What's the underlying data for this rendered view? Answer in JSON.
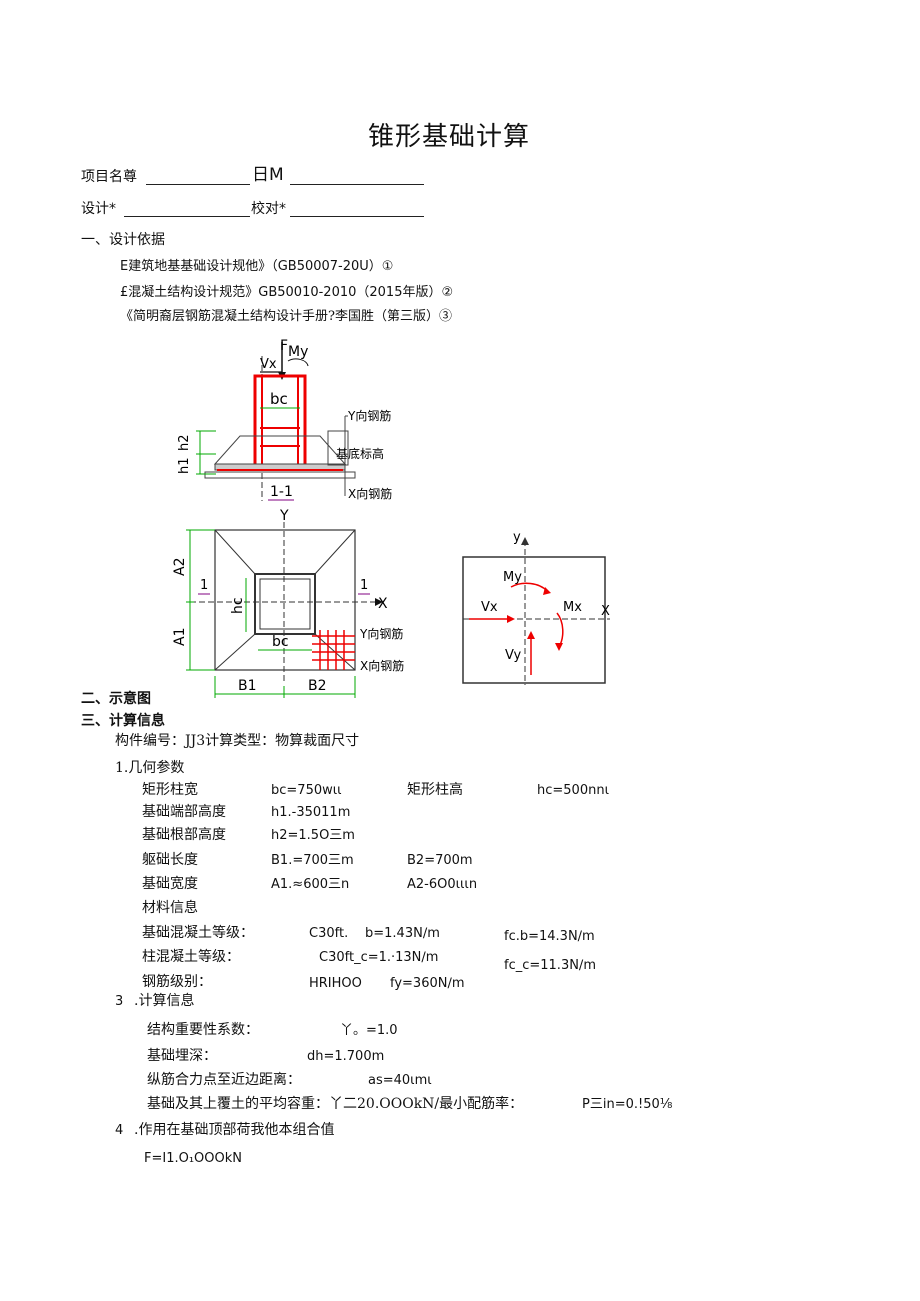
{
  "title": "锥形基础计算",
  "header": {
    "project_label": "项目名尊",
    "date_label": "日M",
    "design_label": "设计*",
    "check_label": "校对*"
  },
  "basis": {
    "heading": "一、设计依据",
    "items": [
      "E建筑地基基础设计规他》（GB50007-20U）①",
      "£混凝土结构设计规范》GB50010-2010（2015年版）②",
      "《简明裔层钢筋混凝土结构设计手册?李国胜（第三版）③"
    ]
  },
  "diagram": {
    "section_label": "1-1",
    "y_rebar": "Y向钢筋",
    "base_elev": "基底标高",
    "x_rebar": "X向钢筋",
    "vx": "Vx",
    "f": "F",
    "my": "My",
    "bc": "bc",
    "h1": "h1",
    "h2": "h2",
    "Y": "Y",
    "X": "X",
    "A1": "A1",
    "A2": "A2",
    "one": "1",
    "hc": "hc",
    "B1": "B1",
    "B2": "B2",
    "force_y": "y",
    "force_my": "My",
    "force_mx": "Mx",
    "force_vx": "Vx",
    "force_vy": "Vy",
    "force_x": "X"
  },
  "sec2": {
    "heading": "二、示意图"
  },
  "sec3": {
    "heading": "三、计算信息",
    "member_line": "构件编号：JJ3计算类型：物算裁面尺寸",
    "geom_heading": "1.几何参数",
    "geom": {
      "bc_label": "矩形柱宽",
      "bc_val": "bc=750wιι",
      "hc_label": "矩形柱高",
      "hc_val": "hc=500nnι",
      "h1_label": "基础端部高度",
      "h1_val": "h1.-35011m",
      "h2_label": "基础根部高度",
      "h2_val": "h2=1.5O三m",
      "len_label": "躯础长度",
      "b1_val": "B1.=700三m",
      "b2_val": "B2=700m",
      "wid_label": "基础宽度",
      "a1_val": "A1.≈600三n",
      "a2_val": "A2-6O0ιιιn"
    },
    "mat_heading": "材料信息",
    "mat": {
      "base_label": "基础混凝土等级：",
      "base_grade": "C30ft.",
      "base_ft": "b=1.43N∕m",
      "base_fc": "fc.b=14.3N∕m",
      "col_label": "柱混凝土等级：",
      "col_ft": "C30ft_c=1.·13N∕m",
      "col_fc": "fc_c=11.3N∕m",
      "steel_label": "钢筋级别：",
      "steel_grade": "HRIHOO",
      "steel_fy": "fy=360N∕m"
    },
    "calc_num": "3",
    "calc_heading": ".计算信息",
    "calc": {
      "gamma_label": "结构重要性系数：",
      "gamma_val": "丫。=1.0",
      "depth_label": "基础埋深：",
      "depth_val": "dh=1.700m",
      "as_label": "纵筋合力点至近边距离：",
      "as_val": "as=40ιmι",
      "avg_line": "基础及其上覆土的平均容重：丫二20.OOOkN/最小配筋率：",
      "rho_val": "P三in=0.!50⅛"
    },
    "load_num": "4",
    "load_heading": ".作用在基础顶部荷我他本组合值",
    "load_val": "F=I1.O₁OOOkN"
  }
}
